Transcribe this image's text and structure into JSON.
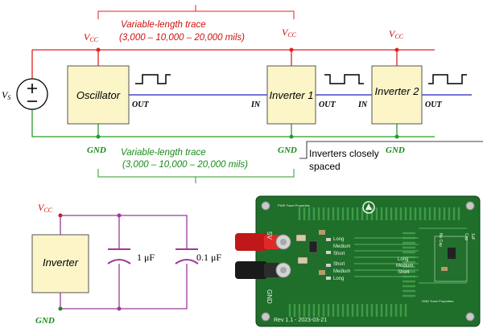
{
  "top_circuit": {
    "vs_label": "V",
    "vs_sub": "S",
    "vcc_main": "V",
    "vcc_sub": "CC",
    "red_trace_line1": "Variable-length trace",
    "red_trace_line2": "(3,000 – 10,000 – 20,000 mils)",
    "green_trace_line1": "Variable-length trace",
    "green_trace_line2": "(3,000 – 10,000 – 20,000 mils)",
    "oscillator_label": "Oscillator",
    "inverter1_label": "Inverter 1",
    "inverter2_label": "Inverter 2",
    "out_label": "OUT",
    "in_label": "IN",
    "gnd_label": "GND",
    "inverters_note_line1": "Inverters closely",
    "inverters_note_line2": "spaced"
  },
  "bypass_circuit": {
    "vcc_main": "V",
    "vcc_sub": "CC",
    "inverter_label": "Inverter",
    "cap1_label": "1 μF",
    "cap2_label": "0.1 μF",
    "gnd_label": "GND"
  },
  "pcb": {
    "title_top": "PWR Trace Properties",
    "vcc_label": "5V",
    "gnd_label": "GND",
    "row_labels_left": [
      "Long",
      "Medium",
      "Short",
      "Short",
      "Medium",
      "Long"
    ],
    "row_labels_center": [
      "Long",
      "Medium",
      "Short"
    ],
    "cap_labels": [
      "No Cap",
      "1uF",
      "Cap"
    ],
    "legend_bottom": "GND Trace Properties",
    "revision": "Rev 1.1 - 2023-03-21"
  },
  "colors": {
    "power": "#e02020",
    "ground": "#2a9a2a",
    "signal": "#2020c0",
    "bypass_wire": "#9a3a9a",
    "box_fill": "#fbf5c8",
    "label_red": "#cc1010",
    "label_green": "#1a8a1a",
    "pcb_green": "#1f6e2a"
  }
}
